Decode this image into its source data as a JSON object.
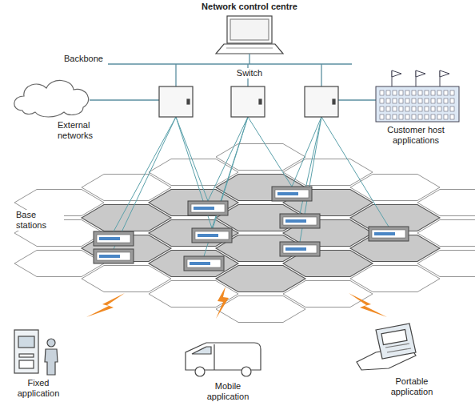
{
  "diagram": {
    "labels": [
      "Network control centre",
      "Backbone",
      "Switch",
      "External networks",
      "Customer host applications",
      "Base stations",
      "Fixed application",
      "Mobile application",
      "Portable application"
    ]
  }
}
